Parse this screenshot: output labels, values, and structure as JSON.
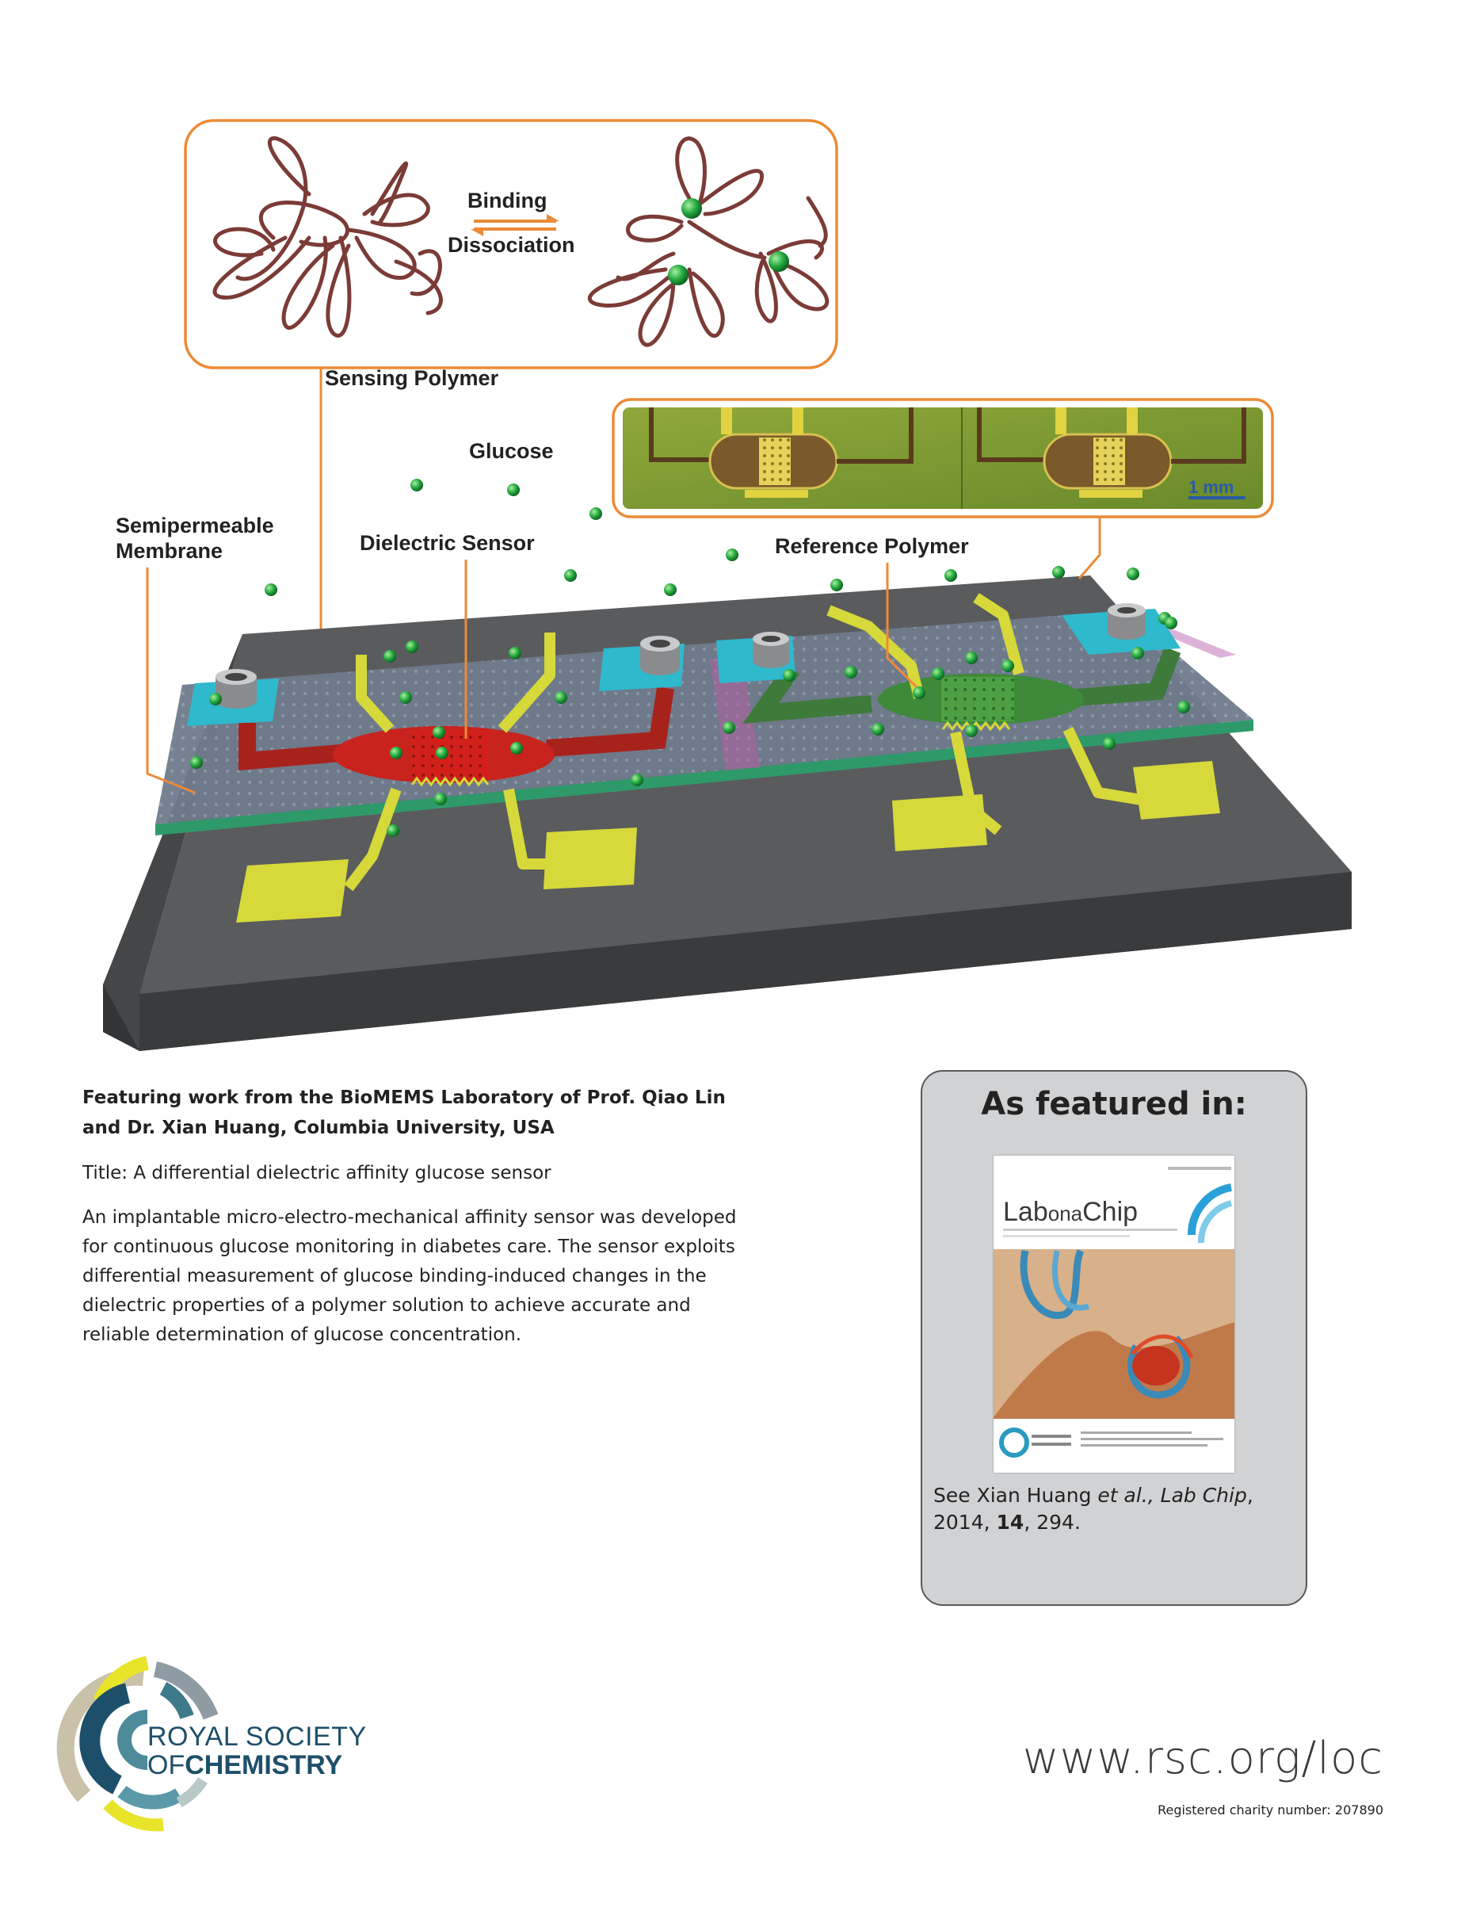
{
  "figure": {
    "labels": {
      "binding": "Binding",
      "dissociation": "Dissociation",
      "sensing_polymer": "Sensing Polymer",
      "glucose": "Glucose",
      "semipermeable_line1": "Semipermeable",
      "semipermeable_line2": "Membrane",
      "dielectric_sensor": "Dielectric Sensor",
      "reference_polymer": "Reference Polymer",
      "scale_bar": "1 mm"
    },
    "colors": {
      "callout_border": "#ec8a37",
      "substrate": "#58595b",
      "electrode": "#d7d83a",
      "sensing_channel": "#c8231c",
      "reference_channel": "#3e8a3a",
      "port_pad": "#2fb9cd",
      "glucose": "#1e9a3a"
    }
  },
  "feature": {
    "heading_line1": "Featuring work from the BioMEMS Laboratory of Prof. Qiao Lin",
    "heading_line2": "and Dr. Xian Huang, Columbia University, USA",
    "title": "Title: A differential dielectric affinity glucose sensor",
    "abstract": "An implantable micro-electro-mechanical affinity sensor was developed for continuous glucose monitoring in diabetes care. The sensor exploits differential measurement of glucose binding-induced changes in the dielectric properties of a polymer solution to achieve accurate and reliable determination of glucose concentration."
  },
  "featured": {
    "title": "As featured in:",
    "cover_journal_lab": "Lab",
    "cover_journal_on": "on",
    "cover_journal_a": "a",
    "cover_journal_chip": "Chip",
    "citation_prefix": "See Xian Huang ",
    "citation_etal": "et al.,",
    "citation_journal": "Lab Chip",
    "citation_comma": ",",
    "citation_year": "2014, ",
    "citation_volume": "14",
    "citation_pages": ", 294."
  },
  "rsc": {
    "logo_line1": "ROYAL SOCIETY",
    "logo_line2_of": "OF",
    "logo_line2_chem": "CHEMISTRY",
    "url": "www.rsc.org/loc",
    "charity": "Registered charity number: 207890"
  }
}
